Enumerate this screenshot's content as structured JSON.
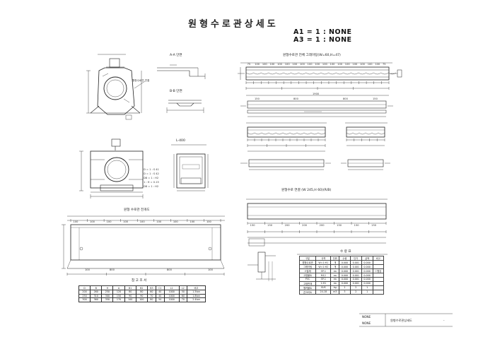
{
  "sheet": {
    "title": "원형수로관상세도",
    "scale_a1": "A1 = 1 : NONE",
    "scale_a3": "A3 = 1 : NONE"
  },
  "views": {
    "section_aa": "A-A 단면",
    "section_bb": "B-B 단면",
    "assembly": "원형수로관 전체 그레이팅(W=60,H=47)",
    "small_detail": "L-400",
    "side_note": "원형수로관 연결",
    "grating_detail": "원형수로 연결 (W 245,H 60)(R/B)",
    "quantity_title": "수 량 표",
    "ref_table_title": "참 고 조 서",
    "plan_title": "원형 수로관 전개도"
  },
  "spec_notes": [
    "D = 1 : S 41",
    "D = 1 : S 42",
    "D8 = 1 : H2",
    "1 : H = 0.15",
    "D8 = 1 : H2"
  ],
  "ref_table": {
    "header": [
      "D",
      "B",
      "H",
      "A",
      "B1",
      "B2",
      "B3",
      "C1",
      "L1",
      "L2",
      "비고"
    ],
    "rows": [
      [
        "200",
        "260",
        "250",
        "120",
        "80",
        "80",
        "60",
        "40",
        "1000",
        "50",
        "1.5ton"
      ],
      [
        "250",
        "310",
        "300",
        "150",
        "90",
        "90",
        "70",
        "40",
        "1000",
        "60",
        "1.8ton"
      ],
      [
        "300",
        "360",
        "350",
        "170",
        "100",
        "100",
        "80",
        "50",
        "1000",
        "70",
        "2.4ton"
      ]
    ]
  },
  "qty_table": {
    "header": [
      "구분",
      "규격",
      "단위",
      "수량",
      "단가",
      "금액",
      "비고"
    ],
    "rows": [
      [
        "원형수로관",
        "W=1:H1",
        "개",
        "0.000",
        "0.001",
        "0.000",
        ""
      ],
      [
        "그레이팅",
        "W=1:H2",
        "개",
        "0.000",
        "0.001",
        "0.000",
        ""
      ],
      [
        "스틸재",
        "SP-1",
        "ea",
        "0.000",
        "0.001",
        "0.000",
        "ㄷ형강"
      ],
      [
        "고정볼트",
        "M12",
        "ea",
        "0.000",
        "0.001",
        "0.000",
        ""
      ],
      [
        "PVC",
        "SP-1",
        "ea",
        "0.000",
        "0.001",
        "0.000",
        ""
      ],
      [
        "고정판재",
        "1:H1",
        "ea",
        "0.000",
        "0.001",
        "0.000",
        ""
      ],
      [
        "앵커볼트",
        "SUS",
        "kg",
        "1",
        "2",
        "1",
        ""
      ],
      [
        "콘크리트",
        "24-18",
        "m3",
        "3",
        "2",
        "1",
        ""
      ]
    ]
  },
  "dims": {
    "assembly_top": [
      "75",
      "100",
      "100",
      "100",
      "100",
      "100",
      "100",
      "100",
      "100",
      "100",
      "100",
      "100",
      "100",
      "100",
      "100",
      "100",
      "100",
      "100",
      "75"
    ],
    "assembly_mid": [
      "150",
      "800",
      "800",
      "150"
    ],
    "assembly_total": "1900",
    "plan_top": [
      "100",
      "100",
      "100",
      "100",
      "100",
      "100",
      "100",
      "100",
      "100"
    ],
    "plan_bottom": [
      "100",
      "800",
      "800",
      "100"
    ],
    "grating_row": [
      "150",
      "150",
      "200",
      "200",
      "200",
      "150",
      "150",
      "150"
    ]
  },
  "title_block": {
    "drawing_no_label": "NONE",
    "drawing_no_label2": "NONE",
    "drawing_name": "원형수로관상세도",
    "sheet_mark": "-"
  },
  "colors": {
    "line": "#222222",
    "paper": "#ffffff"
  }
}
